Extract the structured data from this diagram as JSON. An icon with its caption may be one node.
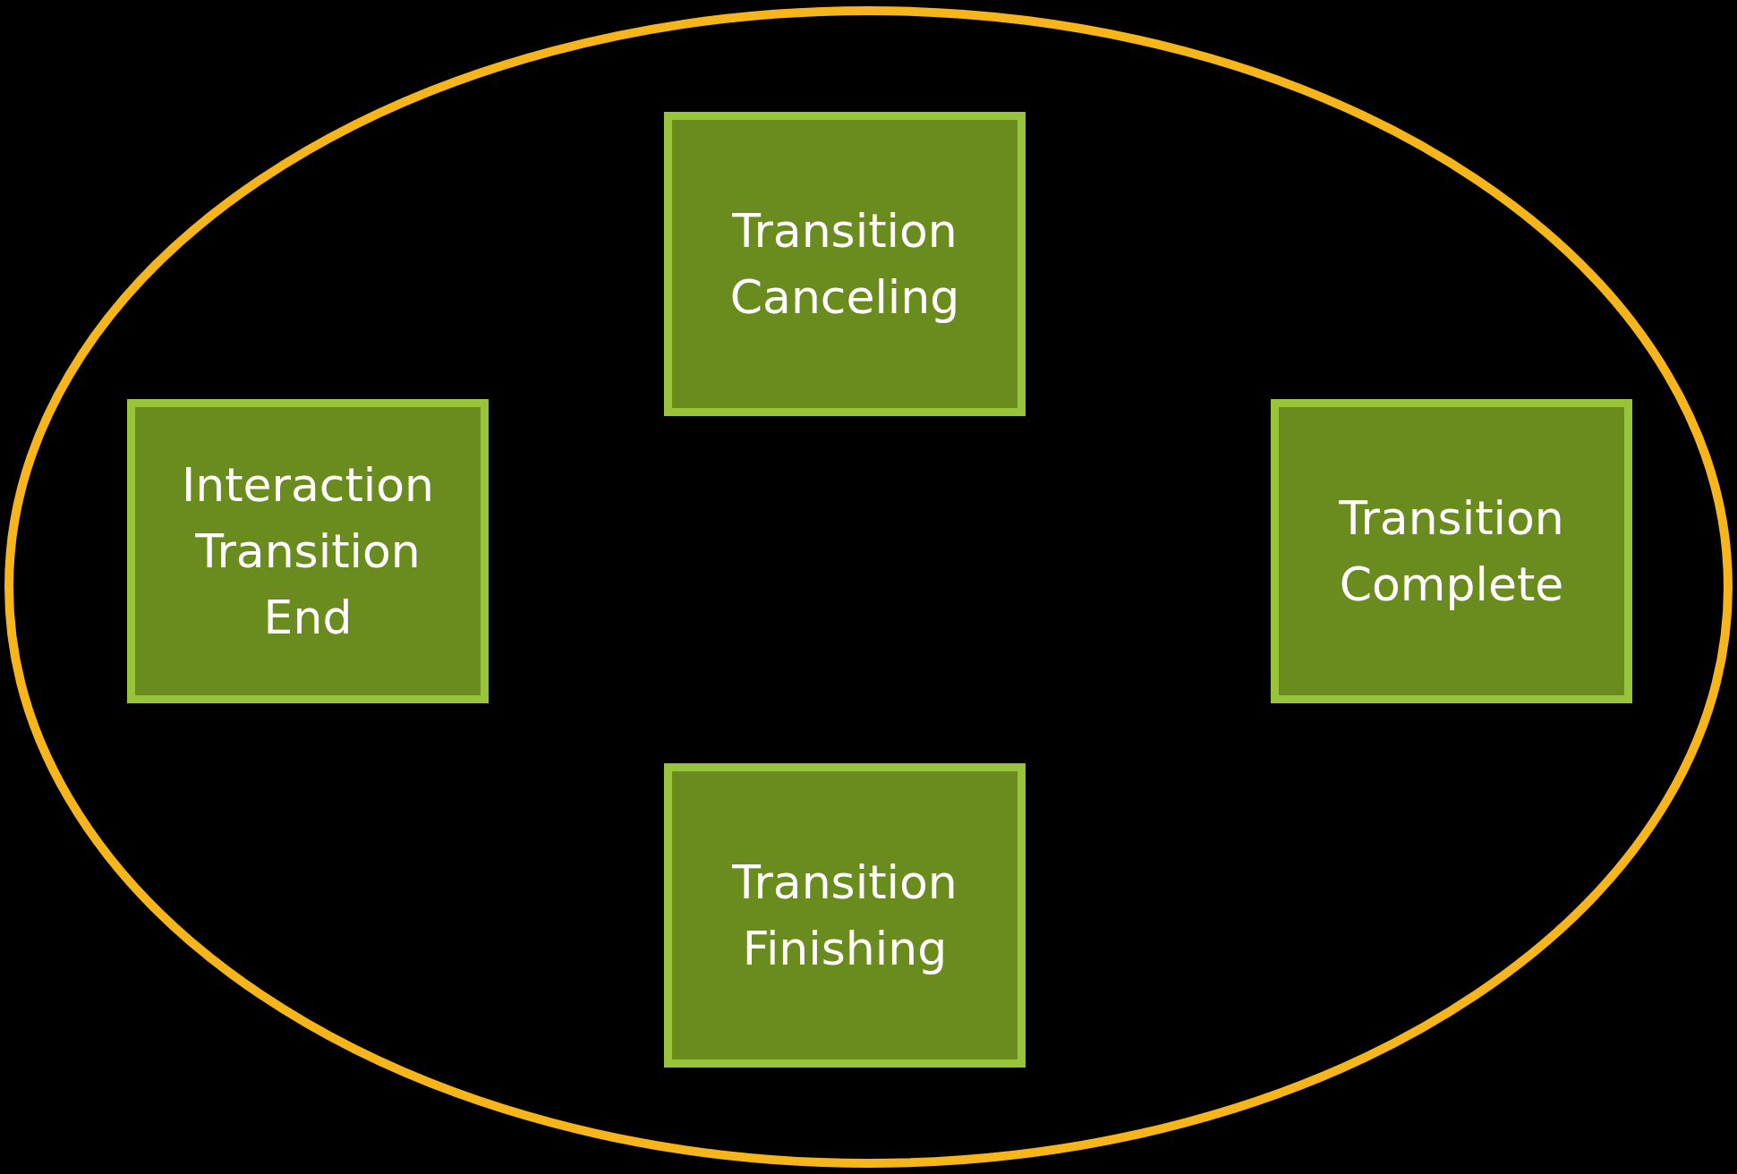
{
  "diagram": {
    "nodes": [
      {
        "text": [],
        "shape": "ellipse"
      },
      {
        "text": [
          "Transition Canceling"
        ],
        "in": 0
      },
      {
        "text": [
          "Interaction Transition End"
        ],
        "in": 0
      },
      {
        "text": [
          "Transition Complete"
        ],
        "in": 0
      },
      {
        "text": [
          "Transition Finishing"
        ],
        "in": 0
      }
    ]
  }
}
